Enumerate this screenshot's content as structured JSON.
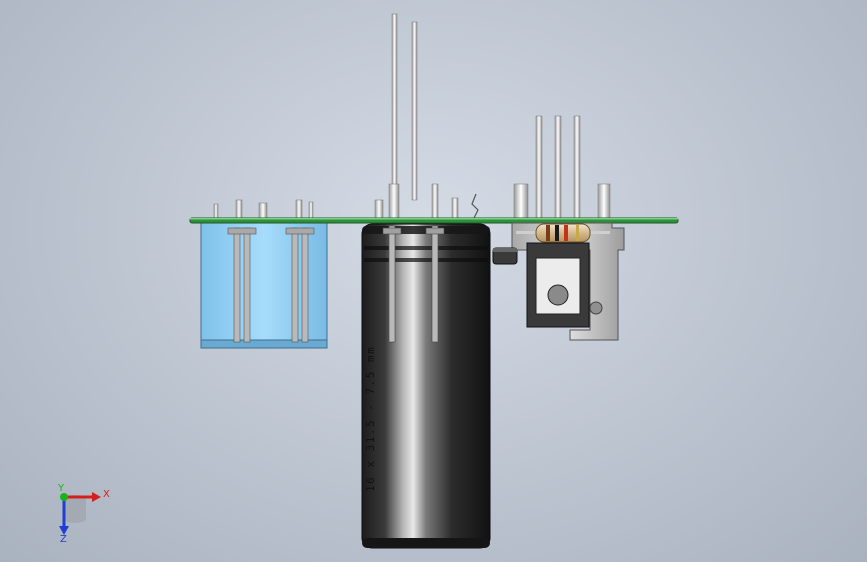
{
  "scene": {
    "capacitor_marking": "16 x 31.5 - 7.5 mm",
    "triad": {
      "x_label": "X",
      "y_label": "Y",
      "z_label": "Z",
      "x_color": "#d41f1f",
      "y_color": "#19b319",
      "z_color": "#1f3fd4"
    }
  },
  "colors": {
    "pcb": "#2f8f3a",
    "relay": "#8fcdf2",
    "capacitor": "#2b2b2b",
    "regulator": "#3a3a3a",
    "heatsink": "#c8c8c8",
    "pins": "#e8e8e8"
  }
}
